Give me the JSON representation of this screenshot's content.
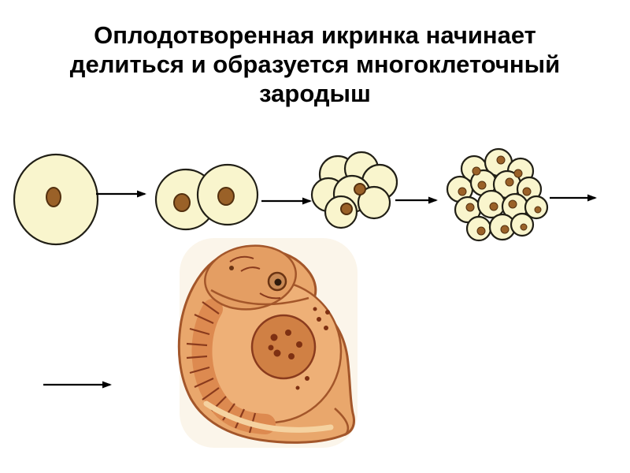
{
  "title": {
    "lines": [
      "Оплодотворенная икринка начинает",
      "делиться и образуется многоклеточный",
      "зародыш"
    ]
  },
  "diagram": {
    "stages": [
      {
        "id": "zygote",
        "cells": 1
      },
      {
        "id": "two-cell-stage",
        "cells": 2
      },
      {
        "id": "cleavage-cluster",
        "cells": 7
      },
      {
        "id": "morula",
        "cells": 14
      },
      {
        "id": "embryo",
        "cells": null
      }
    ],
    "colors": {
      "cell_fill": "#f9f5cd",
      "cell_stroke": "#211f16",
      "nucleus_fill": "#9a6128",
      "nucleus_stroke": "#53300f",
      "arrow": "#000000",
      "paper": "#f7ecd9",
      "embryo_body": "#e9a76c",
      "embryo_outline": "#a3562a",
      "yolk_fill": "#eeb077",
      "head_fill": "#e49e63",
      "somite_band": "#dd8a50",
      "somite_line": "#8a3b1d",
      "inner_disc": "#d08044",
      "dot": "#7e3012",
      "eye_ring": "#6b3413",
      "eye_iris": "#c98a55",
      "pupil": "#2e1a0c",
      "tail_highlight": "#f5d2a0"
    }
  }
}
